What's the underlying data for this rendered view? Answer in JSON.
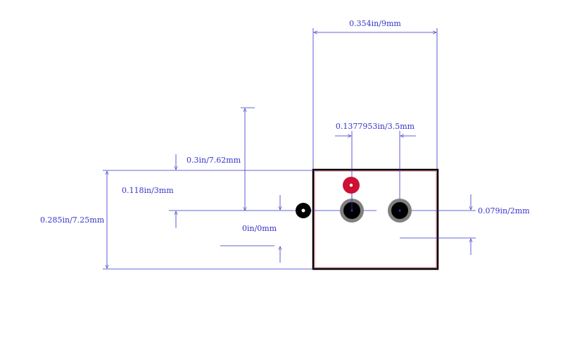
{
  "colors": {
    "dimension": "#3333cc",
    "outline": "#000000",
    "pad_ring": "#808080",
    "pad_core": "#000000",
    "pin_marker": "#cc1133",
    "background": "#ffffff"
  },
  "labels": {
    "width_total": "0.354in/9mm",
    "pitch": "0.1377953in/3.5mm",
    "offset_top": "0.3in/7.62mm",
    "pin_offset": "0.118in/3mm",
    "height_total": "0.285in/7.25mm",
    "origin": "0in/0mm",
    "right_offset": "0.079in/2mm"
  }
}
